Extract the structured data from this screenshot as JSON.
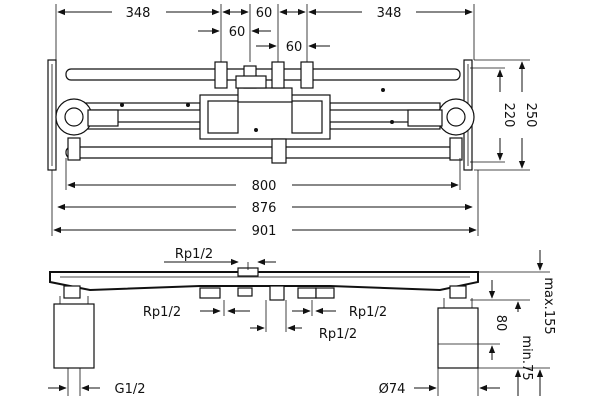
{
  "top_view": {
    "dim_348_left": "348",
    "dim_60_top": "60",
    "dim_348_right": "348",
    "dim_60_mid_left": "60",
    "dim_60_mid_right": "60",
    "dim_800": "800",
    "dim_876": "876",
    "dim_901": "901",
    "dim_220": "220",
    "dim_250": "250"
  },
  "side_view": {
    "rp_top": "Rp1/2",
    "rp_left": "Rp1/2",
    "rp_right": "Rp1/2",
    "rp_bottom": "Rp1/2",
    "g_label": "G1/2",
    "dia_label": "Ø74",
    "dim_80": "80",
    "min_label": "min.75",
    "max_label": "max.155"
  }
}
